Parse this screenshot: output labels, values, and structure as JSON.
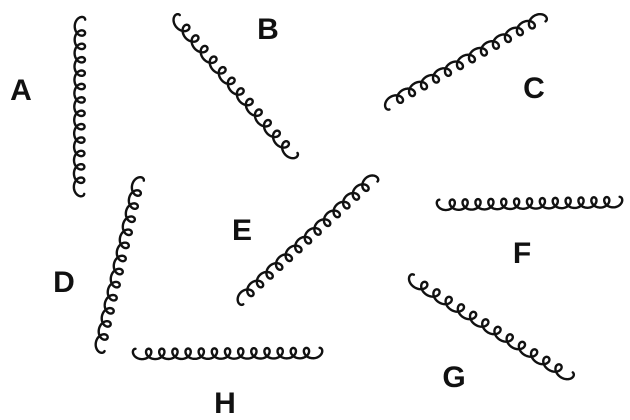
{
  "colors": {
    "background": "#ffffff",
    "ink": "#111111"
  },
  "springs": [
    {
      "label": "A"
    },
    {
      "label": "B"
    },
    {
      "label": "C"
    },
    {
      "label": "D"
    },
    {
      "label": "E"
    },
    {
      "label": "F"
    },
    {
      "label": "G"
    },
    {
      "label": "H"
    }
  ]
}
